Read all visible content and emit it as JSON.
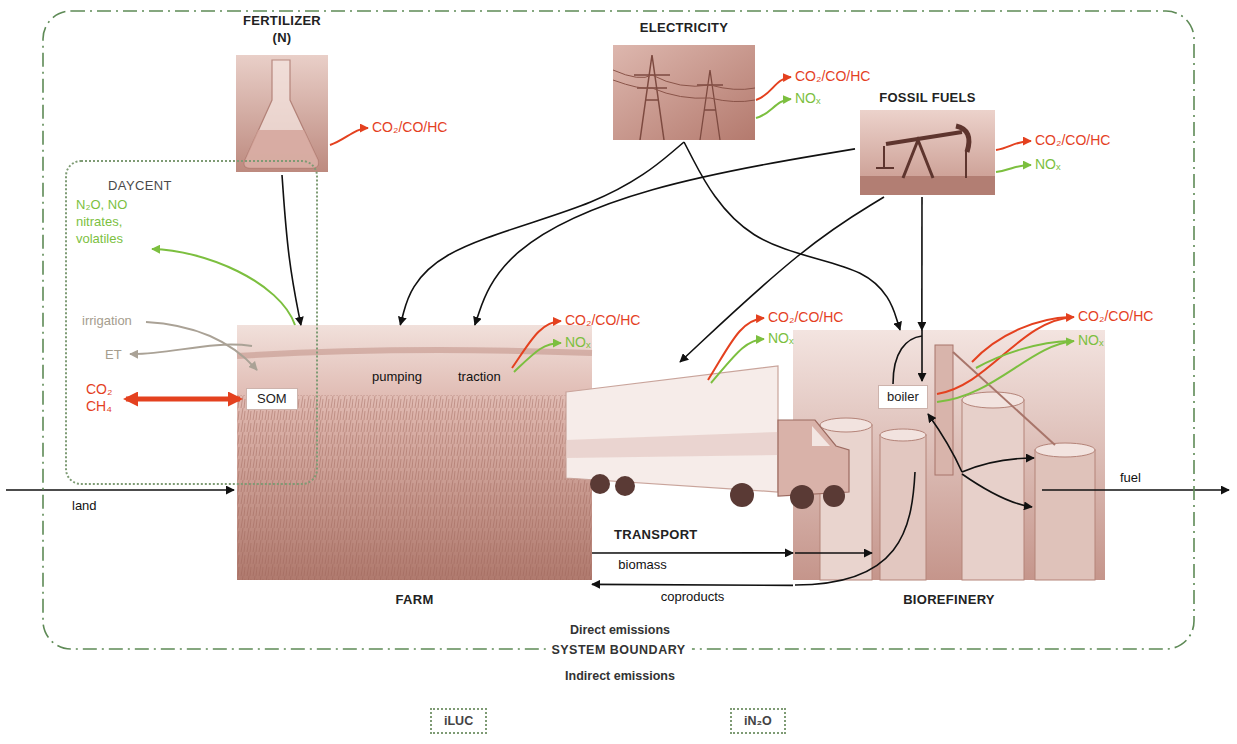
{
  "diagram": {
    "nodes": [
      {
        "text": [
          "SYSTEM BOUNDARY"
        ]
      },
      {
        "text": [
          "DAYCENT"
        ],
        "in": 0
      },
      {
        "text": [
          "FERTILIZER (N)"
        ],
        "in": 0
      },
      {
        "text": [
          "ELECTRICITY"
        ],
        "in": 0
      },
      {
        "text": [
          "FOSSIL FUELS"
        ],
        "in": 0
      },
      {
        "text": [
          "FARM"
        ],
        "in": 0
      },
      {
        "text": [
          "SOM"
        ],
        "in": 5
      },
      {
        "text": [
          "TRANSPORT"
        ],
        "in": 0
      },
      {
        "text": [
          "BIOREFINERY"
        ],
        "in": 0
      },
      {
        "text": [
          "boiler"
        ],
        "in": 8
      },
      {
        "text": [
          "iLUC"
        ]
      },
      {
        "text": [
          "iN₂O"
        ]
      }
    ],
    "edges": [
      {
        "from": 2,
        "to": 5,
        "arrow": "to"
      },
      {
        "from": 3,
        "to": 5,
        "arrow": "to"
      },
      {
        "from": 3,
        "to": 8,
        "arrow": "to"
      },
      {
        "from": 4,
        "to": 5,
        "arrow": "to"
      },
      {
        "from": 4,
        "to": 7,
        "arrow": "to"
      },
      {
        "from": 4,
        "to": 8,
        "arrow": "to"
      },
      {
        "from": 5,
        "to": 8,
        "label": "biomass",
        "arrow": "to"
      },
      {
        "from": 8,
        "to": 5,
        "label": "coproducts",
        "arrow": "to"
      }
    ],
    "labels": [
      "CO₂/CO/HC",
      "CO₂/CO/HC",
      "NOₓ",
      "CO₂/CO/HC",
      "NOₓ",
      "N₂O, NO nitrates, volatiles",
      "irrigation",
      "ET",
      "CO₂ CH₄",
      "pumping",
      "traction",
      "CO₂/CO/HC",
      "NOₓ",
      "CO₂/CO/HC",
      "NOₓ",
      "CO₂/CO/HC",
      "NOₓ",
      "land",
      "fuel",
      "Direct emissions",
      "Indirect emissions"
    ]
  }
}
